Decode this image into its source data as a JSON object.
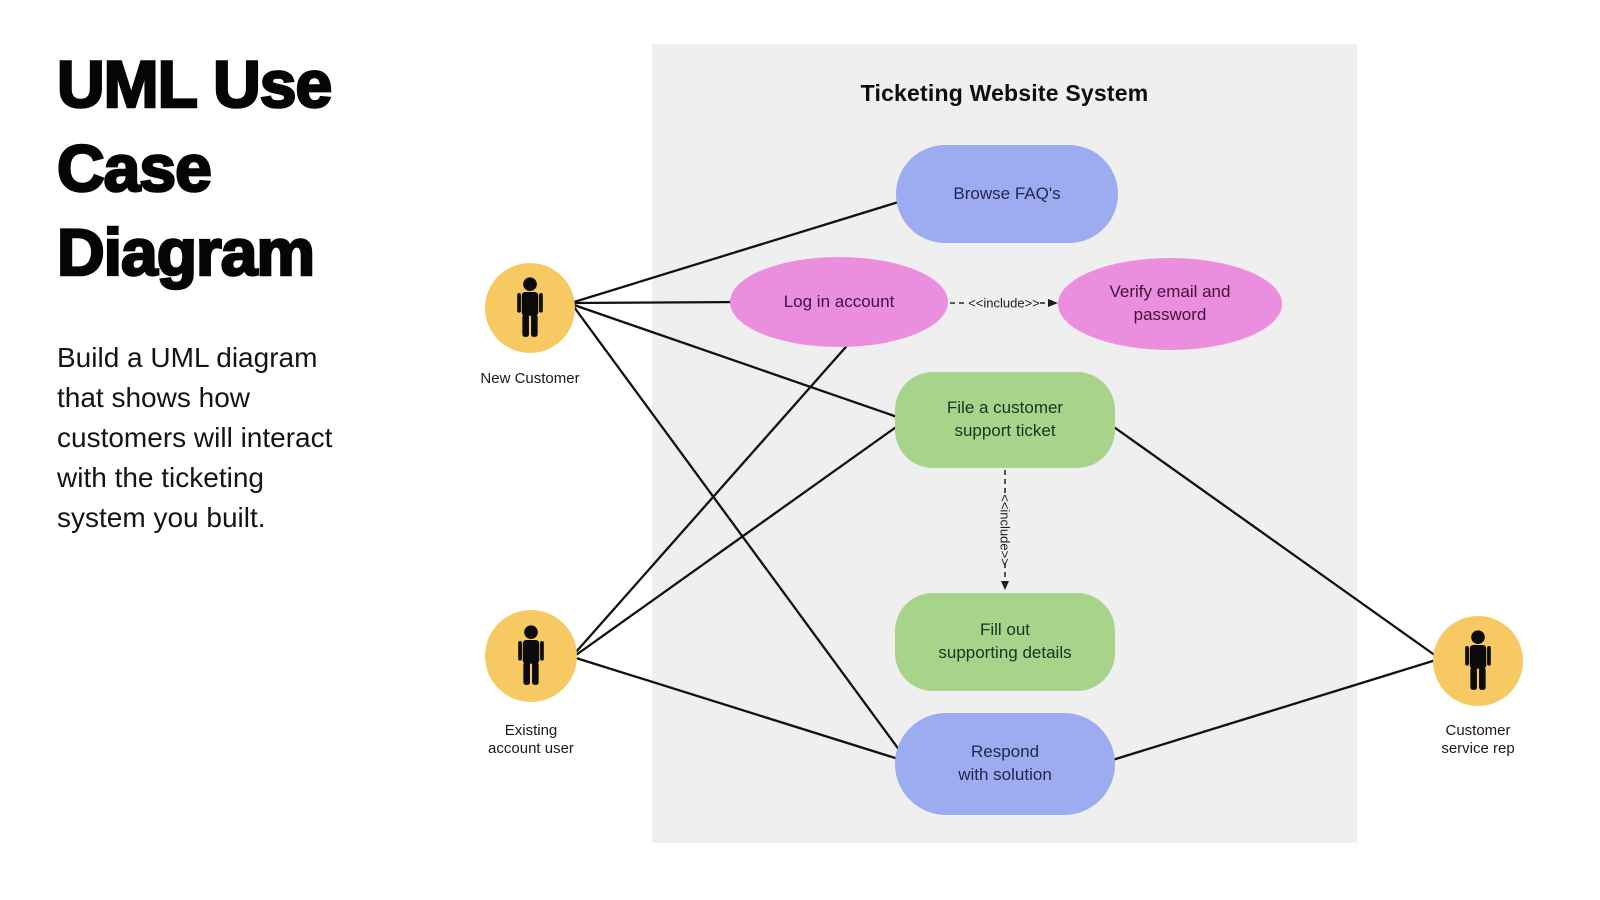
{
  "page": {
    "title": "UML Use\nCase\nDiagram",
    "description": "Build a UML diagram\nthat shows how\ncustomers will interact\nwith the ticketing\nsystem you built."
  },
  "system": {
    "title": "Ticketing Website System"
  },
  "use_cases": {
    "browse_faqs": {
      "label": "Browse FAQ's",
      "color": "#9DABF0"
    },
    "login": {
      "label": "Log in account",
      "color": "#EC8EDE"
    },
    "verify": {
      "label": "Verify email and\npassword",
      "color": "#EC8EDE"
    },
    "file_ticket": {
      "label": "File a customer\nsupport ticket",
      "color": "#A7D38B"
    },
    "fill_details": {
      "label": "Fill out\nsupporting details",
      "color": "#A7D38B"
    },
    "respond": {
      "label": "Respond\nwith solution",
      "color": "#9DABF0"
    }
  },
  "actors": {
    "new_customer": {
      "label": "New Customer",
      "color": "#F6C963"
    },
    "existing_user": {
      "label": "Existing\naccount user",
      "color": "#F6C963"
    },
    "service_rep": {
      "label": "Customer\nservice rep",
      "color": "#F6C963"
    }
  },
  "relations": {
    "include_label": "<<include>>",
    "connections": [
      {
        "from": "New Customer",
        "to": "Browse FAQ's"
      },
      {
        "from": "New Customer",
        "to": "Log in account"
      },
      {
        "from": "New Customer",
        "to": "File a customer support ticket"
      },
      {
        "from": "New Customer",
        "to": "Respond with solution"
      },
      {
        "from": "Existing account user",
        "to": "Log in account"
      },
      {
        "from": "Existing account user",
        "to": "File a customer support ticket"
      },
      {
        "from": "Existing account user",
        "to": "Respond with solution"
      },
      {
        "from": "Customer service rep",
        "to": "File a customer support ticket"
      },
      {
        "from": "Customer service rep",
        "to": "Respond with solution"
      },
      {
        "from": "Log in account",
        "to": "Verify email and password",
        "type": "include"
      },
      {
        "from": "File a customer support ticket",
        "to": "Fill out supporting details",
        "type": "include"
      }
    ]
  },
  "colors": {
    "panel_background": "#EFEFEF",
    "connector": "#111111",
    "page_background": "#FFFFFF"
  }
}
